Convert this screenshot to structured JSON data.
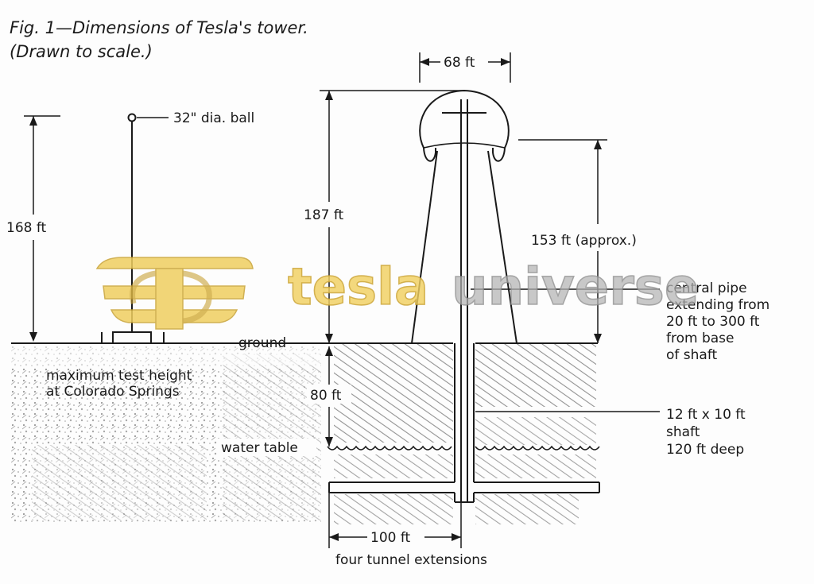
{
  "caption": {
    "line1": "Fig. 1—Dimensions of Tesla's tower.",
    "line2": "(Drawn to scale.)"
  },
  "left_mast": {
    "ball_label": "32\" dia. ball",
    "height_label": "168 ft",
    "note_line1": "maximum test height",
    "note_line2": "at Colorado Springs"
  },
  "tower": {
    "dome_width_label": "68 ft",
    "height_label": "187 ft",
    "frame_height_label": "153 ft (approx.)",
    "pipe_line1": "central pipe",
    "pipe_line2": "extending from",
    "pipe_line3": "20 ft to 300 ft",
    "pipe_line4": "from base",
    "pipe_line5": "of shaft"
  },
  "ground": {
    "ground_label": "ground",
    "depth_label": "80 ft",
    "water_label": "water table",
    "shaft_line1": "12 ft x 10 ft",
    "shaft_line2": "shaft",
    "shaft_line3": "120 ft deep",
    "tunnel_width_label": "100 ft",
    "tunnel_label": "four tunnel extensions"
  },
  "watermark": {
    "word1": "tesla",
    "word2": "universe",
    "colors": {
      "gold": "#f0cf60",
      "gray": "#b3b3b3"
    },
    "logo": "tesla-universe-logo"
  }
}
